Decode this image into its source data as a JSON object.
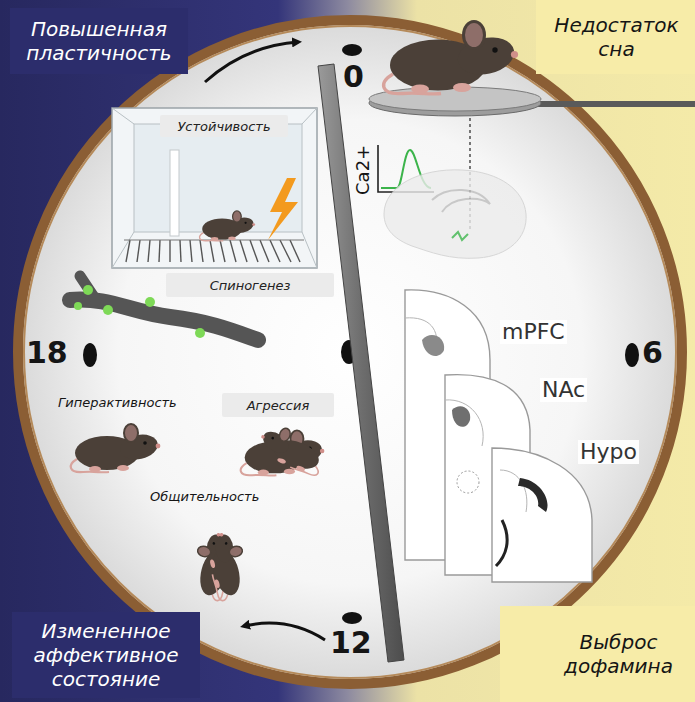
{
  "diagram": {
    "nodes": [
      {
        "text": [
          "Повышенная пластичность"
        ]
      },
      {
        "text": [
          "Недостаток сна"
        ]
      },
      {
        "text": [
          "Устойчивость"
        ]
      },
      {
        "text": [
          "Спиногенез"
        ]
      },
      {
        "text": [
          "Агрессия"
        ]
      },
      {
        "text": [
          "Измененное аффективное состояние"
        ]
      },
      {
        "text": [
          "Выброс дофамина"
        ]
      }
    ],
    "labels": [
      "0",
      "Ca2+",
      "18",
      "6",
      "mPFC",
      "NAc",
      "Hypo",
      "Гиперактивность",
      "Общительность",
      "12"
    ]
  }
}
